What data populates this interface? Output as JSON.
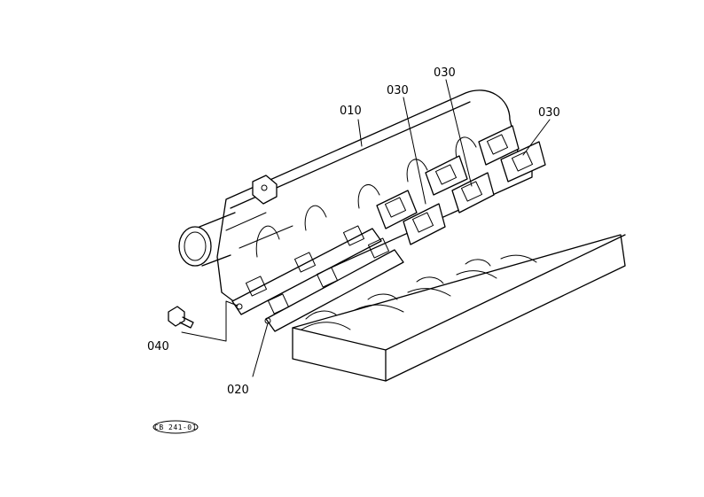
{
  "labels": {
    "manifold": "010",
    "gasket_main": "020",
    "gasket_a": "030",
    "gasket_b": "030",
    "gasket_c": "030",
    "bolt": "040"
  },
  "figure_code": "CB 241-01"
}
